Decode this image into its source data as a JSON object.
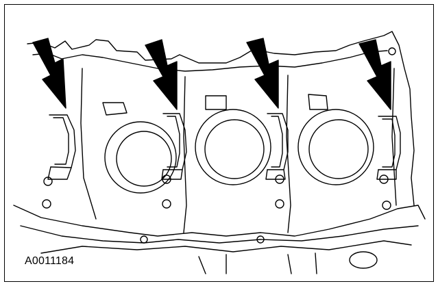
{
  "figure": {
    "id_label": "A0011184",
    "line_color": "#000000",
    "background": "#ffffff",
    "arrow_color": "#000000",
    "arrow_count": 4,
    "bearing_count": 4
  }
}
